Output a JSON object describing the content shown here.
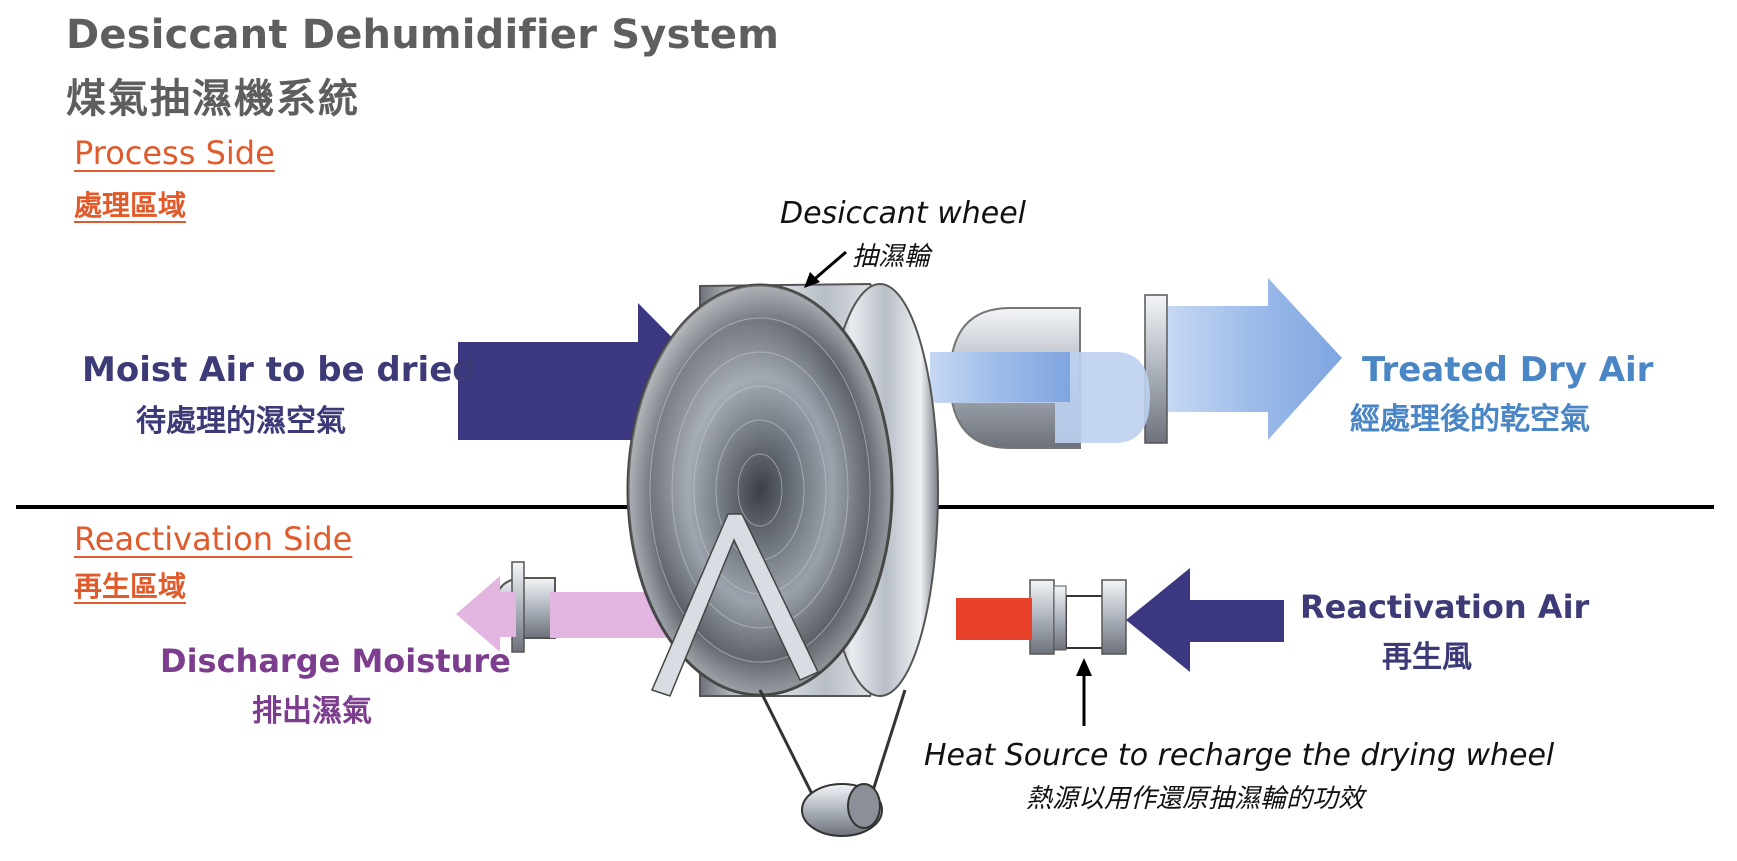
{
  "title": {
    "en": "Desiccant Dehumidifier System",
    "zh": "煤氣抽濕機系統"
  },
  "process_side": {
    "en": "Process Side",
    "zh": "處理區域"
  },
  "reactivation_side": {
    "en": "Reactivation Side",
    "zh": "再生區域"
  },
  "moist_air": {
    "en": "Moist Air to be dried",
    "zh": "待處理的濕空氣"
  },
  "treated_air": {
    "en": "Treated Dry Air",
    "zh": "經處理後的乾空氣"
  },
  "reactivation_air": {
    "en": "Reactivation Air",
    "zh": "再生風"
  },
  "discharge": {
    "en": "Discharge Moisture",
    "zh": "排出濕氣"
  },
  "wheel": {
    "en": "Desiccant wheel",
    "zh": "抽濕輪"
  },
  "heat_source": {
    "en": "Heat Source to recharge the drying wheel",
    "zh": "熱源以用作還原抽濕輪的功效"
  },
  "colors": {
    "moist_arrow": "#3b3780",
    "treated_arrow": "#8fb2e6",
    "reactivation_arrow": "#3b3780",
    "discharge_arrow": "#e2b6e0",
    "heater": "#e8432a",
    "section_label": "#e05a2b",
    "divider": "#000000"
  }
}
